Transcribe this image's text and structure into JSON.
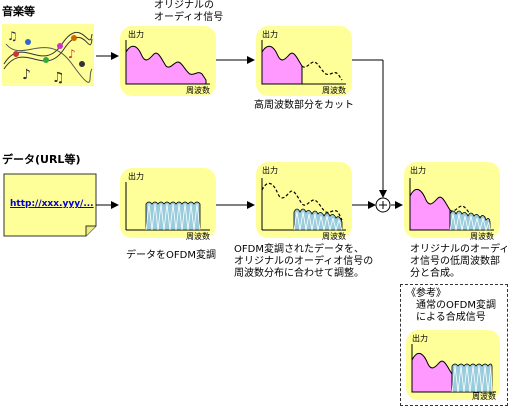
{
  "music_label": "音楽等",
  "data_label": "データ(URL等)",
  "url_text": "http://xxx.yyy/...",
  "original_audio_label": [
    "オリジナルの",
    "オーディオ信号"
  ],
  "cut_label": "高周波数部分をカット",
  "ofdm_label": "データをOFDM変調",
  "adjust_label": [
    "OFDM変調されたデータを、",
    "オリジナルのオーディオ信号の",
    "周波数分布に合わせて調整。"
  ],
  "combine_label": [
    "オリジナルのオーディ",
    "オ信号の低周波数部",
    "分と合成。"
  ],
  "reference_label": [
    "《参考》",
    "通常のOFDM変調",
    "による合成信号"
  ],
  "axis": {
    "y": "出力",
    "x": "周波数"
  },
  "colors": {
    "panel": "#ffff99",
    "fill": "#ff99ff",
    "ofdm_fill": "#99ccdd"
  }
}
